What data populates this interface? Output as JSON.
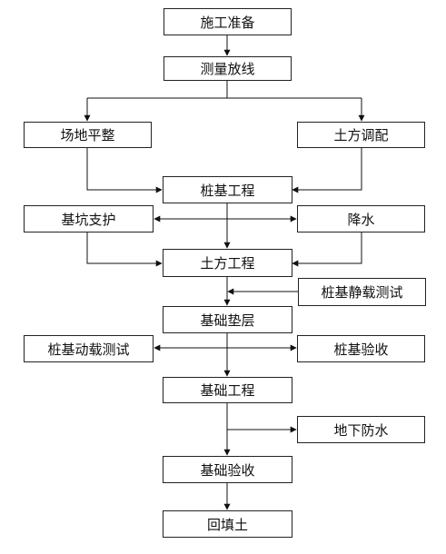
{
  "flowchart": {
    "nodes": {
      "construction_prep": "施工准备",
      "survey_setout": "测量放线",
      "site_leveling": "场地平整",
      "earthwork_deploy": "土方调配",
      "pile_foundation": "桩基工程",
      "pit_support": "基坑支护",
      "dewatering": "降水",
      "earthwork": "土方工程",
      "pile_static_test": "桩基静载测试",
      "foundation_cushion": "基础垫层",
      "pile_dynamic_test": "桩基动载测试",
      "pile_acceptance": "桩基验收",
      "foundation_works": "基础工程",
      "underground_waterproof": "地下防水",
      "foundation_acceptance": "基础验收",
      "backfill": "回填土"
    }
  }
}
